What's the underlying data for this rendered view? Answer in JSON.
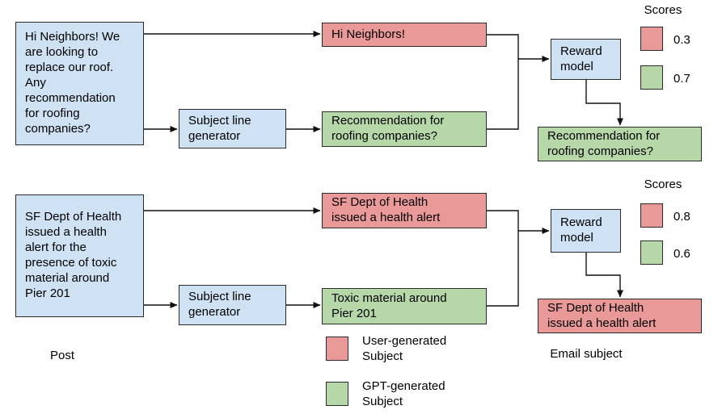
{
  "colors": {
    "user_subject": "#ea9999",
    "gpt_subject": "#b6d7a8",
    "process_box": "#cfe2f3",
    "border": "#2b2b2b"
  },
  "labels": {
    "post": "Post",
    "email_subject": "Email subject",
    "scores": "Scores"
  },
  "legend": {
    "user_label": "User-generated\nSubject",
    "gpt_label": "GPT-generated\nSubject"
  },
  "flows": [
    {
      "post": "Hi Neighbors! We\nare looking to\nreplace our roof.\nAny\nrecommendation\nfor roofing\ncompanies?",
      "generator": "Subject line\ngenerator",
      "user_subject": "Hi Neighbors!",
      "gpt_subject": "Recommendation for\nroofing companies?",
      "reward_model": "Reward\nmodel",
      "scores": {
        "user": "0.3",
        "gpt": "0.7"
      },
      "selected_subject": "Recommendation for\nroofing companies?",
      "selected_type": "gpt"
    },
    {
      "post": "SF Dept of Health\nissued a health\nalert for the\npresence of toxic\nmaterial around\nPier 201",
      "generator": "Subject line\ngenerator",
      "user_subject": "SF Dept of Health\nissued a health alert",
      "gpt_subject": "Toxic material around\nPier 201",
      "reward_model": "Reward\nmodel",
      "scores": {
        "user": "0.8",
        "gpt": "0.6"
      },
      "selected_subject": "SF Dept of Health\nissued a health alert",
      "selected_type": "user"
    }
  ]
}
